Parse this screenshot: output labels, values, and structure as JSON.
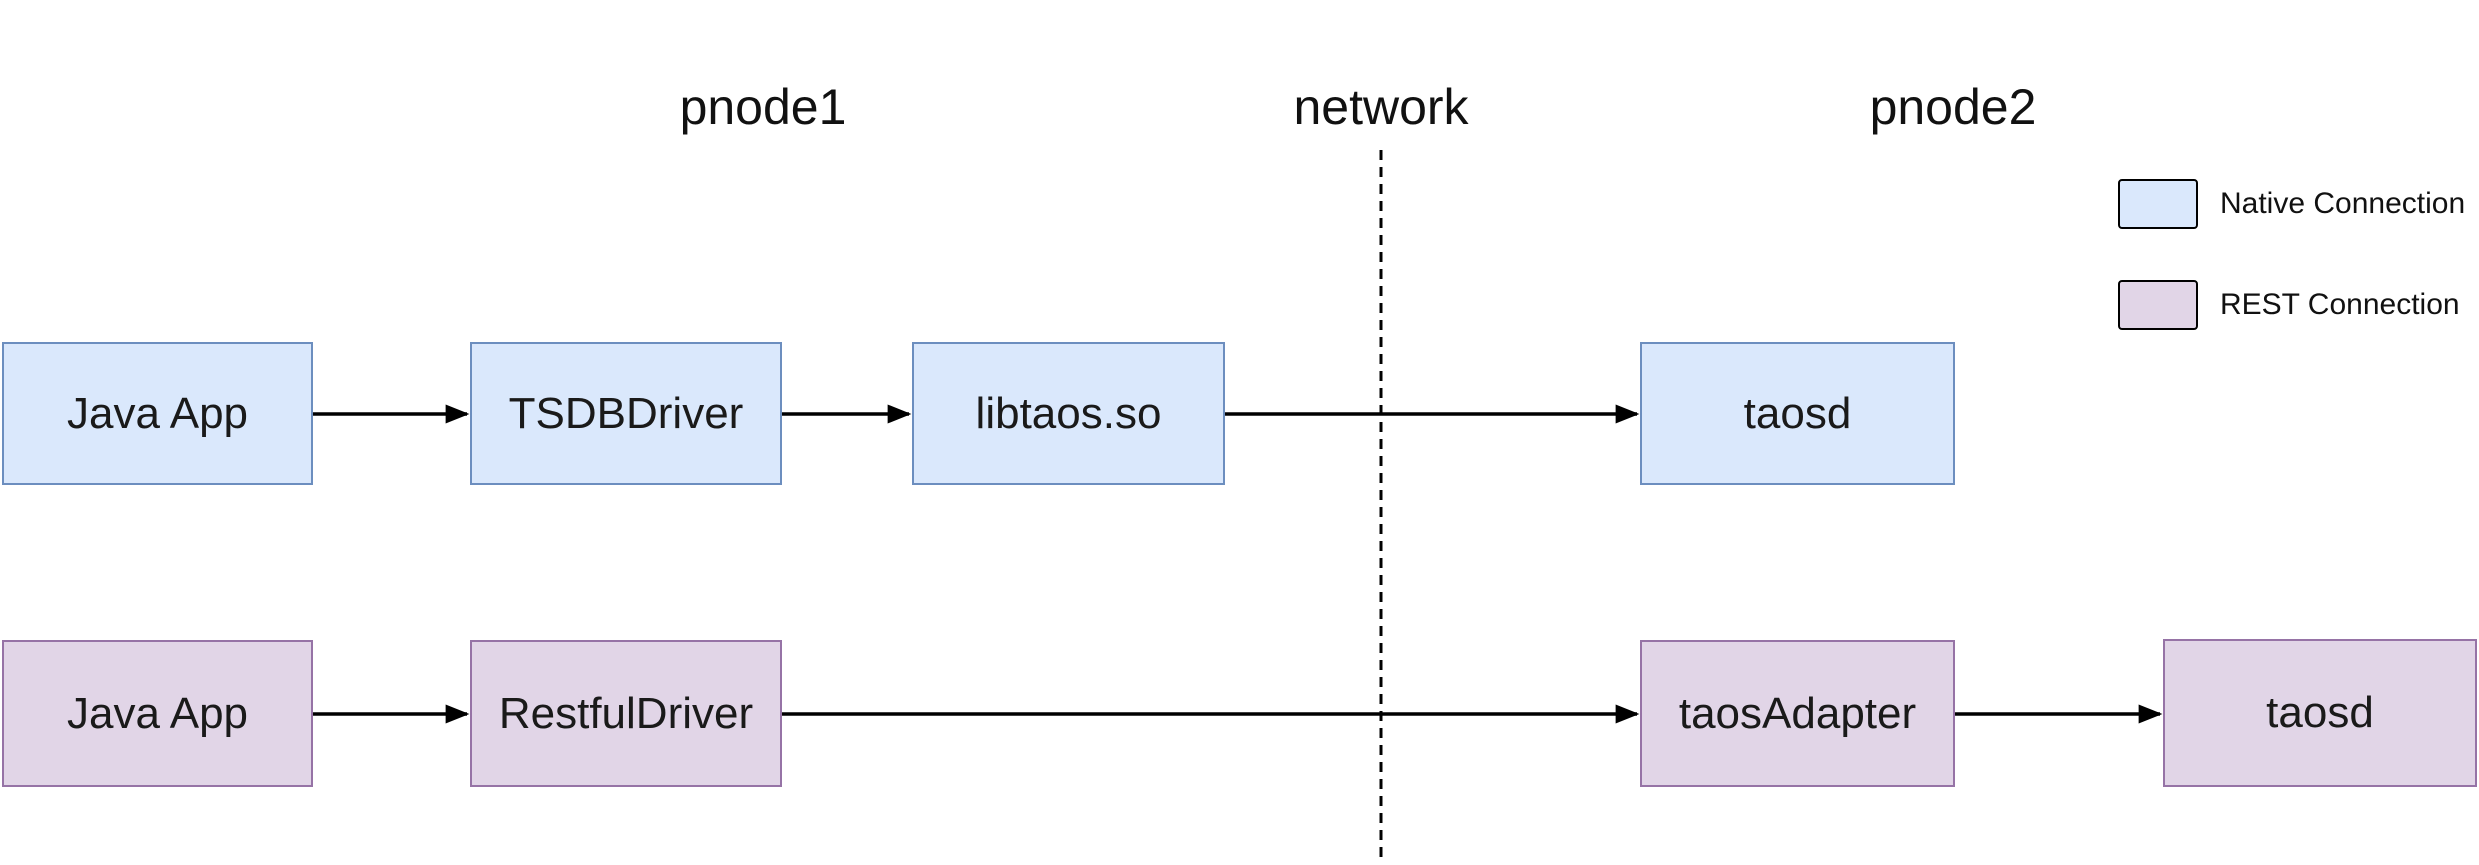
{
  "diagram": {
    "titles": {
      "left": "pnode1",
      "middle": "network",
      "right": "pnode2"
    },
    "nodes": {
      "row1": [
        {
          "label": "Java App"
        },
        {
          "label": "TSDBDriver"
        },
        {
          "label": "libtaos.so"
        },
        {
          "label": "taosd"
        }
      ],
      "row2": [
        {
          "label": "Java App"
        },
        {
          "label": "RestfulDriver"
        },
        {
          "label": "taosAdapter"
        },
        {
          "label": "taosd"
        }
      ]
    },
    "connections": {
      "row1": [
        "Java App -> TSDBDriver",
        "TSDBDriver -> libtaos.so",
        "libtaos.so -> taosd"
      ],
      "row2": [
        "Java App -> RestfulDriver",
        "RestfulDriver -> taosAdapter",
        "taosAdapter -> taosd"
      ]
    },
    "legend": {
      "items": [
        {
          "label": "Native Connection",
          "fill": "#dae8fc",
          "border": "#6c8ebf"
        },
        {
          "label": "REST Connection",
          "fill": "#e1d5e7",
          "border": "#9673a6"
        }
      ]
    },
    "colors": {
      "native_fill": "#dae8fc",
      "native_border": "#6c8ebf",
      "rest_fill": "#e1d5e7",
      "rest_border": "#9673a6",
      "arrow": "#000000",
      "background": "#ffffff"
    }
  }
}
